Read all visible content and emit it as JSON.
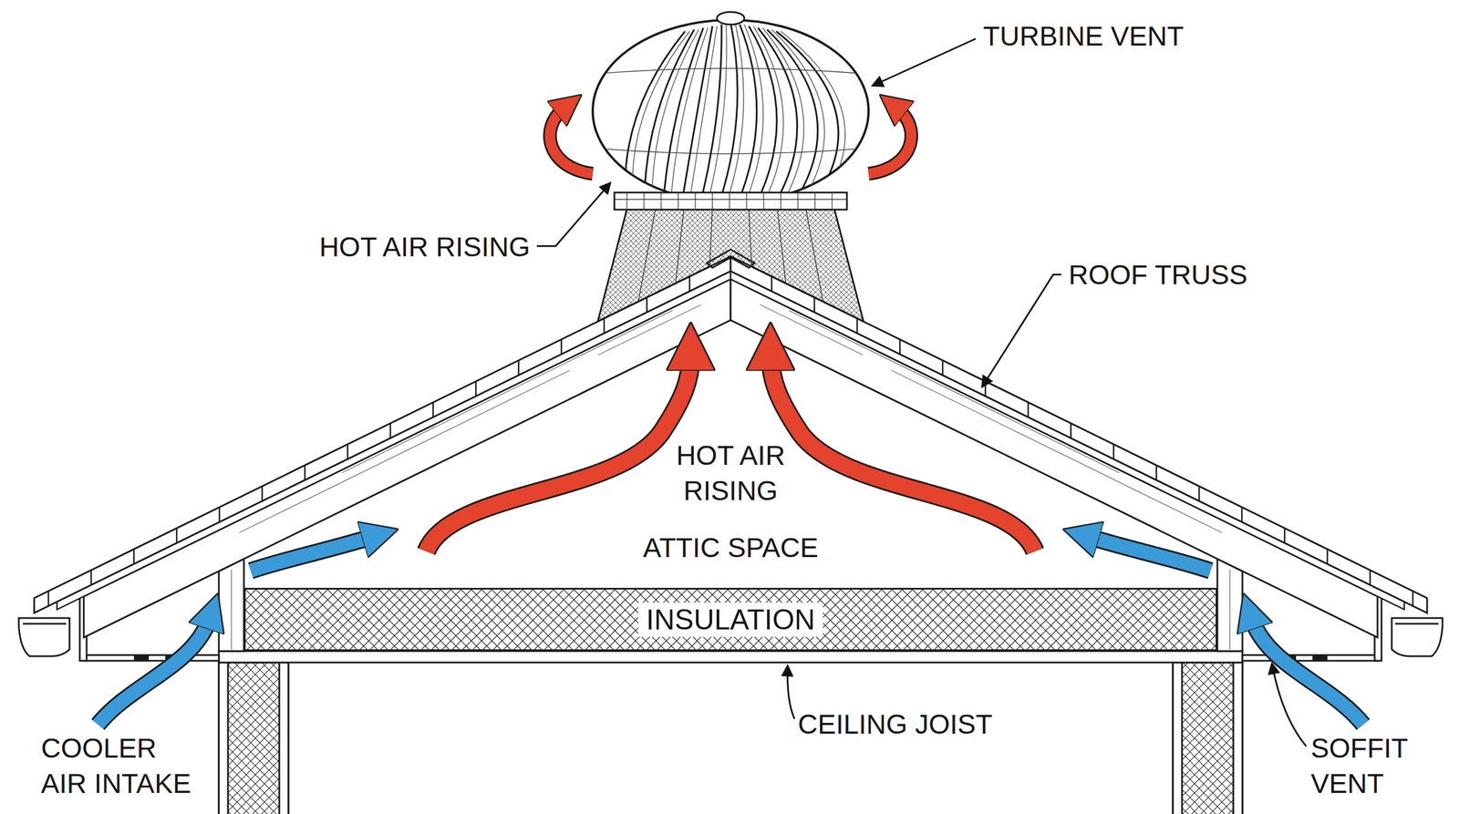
{
  "diagram": {
    "nodes": [
      {
        "text": [
          "INSULATION"
        ]
      }
    ],
    "labels": [
      "TURBINE VENT",
      "HOT AIR RISING",
      "ROOF TRUSS",
      "HOT AIR RISING",
      "ATTIC SPACE",
      "COOLER AIR INTAKE",
      "CEILING JOIST",
      "SOFFIT VENT"
    ]
  }
}
